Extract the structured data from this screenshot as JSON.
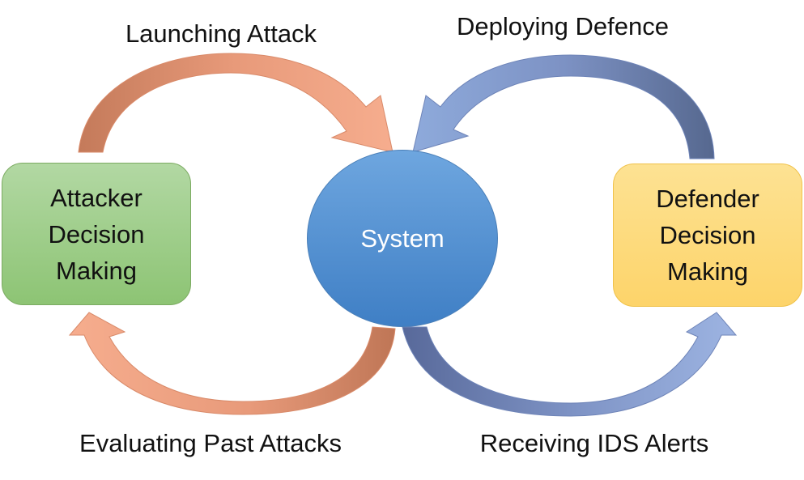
{
  "diagram": {
    "nodes": {
      "attacker": {
        "lines": [
          "Attacker",
          "Decision",
          "Making"
        ],
        "fill": "#a6d18f"
      },
      "system": {
        "label": "System",
        "fill": "#5b9bd5"
      },
      "defender": {
        "lines": [
          "Defender",
          "Decision",
          "Making"
        ],
        "fill": "#ffd96a"
      }
    },
    "edges": {
      "launching_attack": {
        "label": "Launching Attack",
        "from": "attacker",
        "to": "system",
        "color": "#f4a582"
      },
      "deploying_defence": {
        "label": "Deploying Defence",
        "from": "defender",
        "to": "system",
        "color": "#8eaadb"
      },
      "evaluating_past_attacks": {
        "label": "Evaluating Past Attacks",
        "from": "system",
        "to": "attacker",
        "color": "#f4a582"
      },
      "receiving_ids_alerts": {
        "label": "Receiving IDS Alerts",
        "from": "system",
        "to": "defender",
        "color": "#8eaadb"
      }
    }
  }
}
